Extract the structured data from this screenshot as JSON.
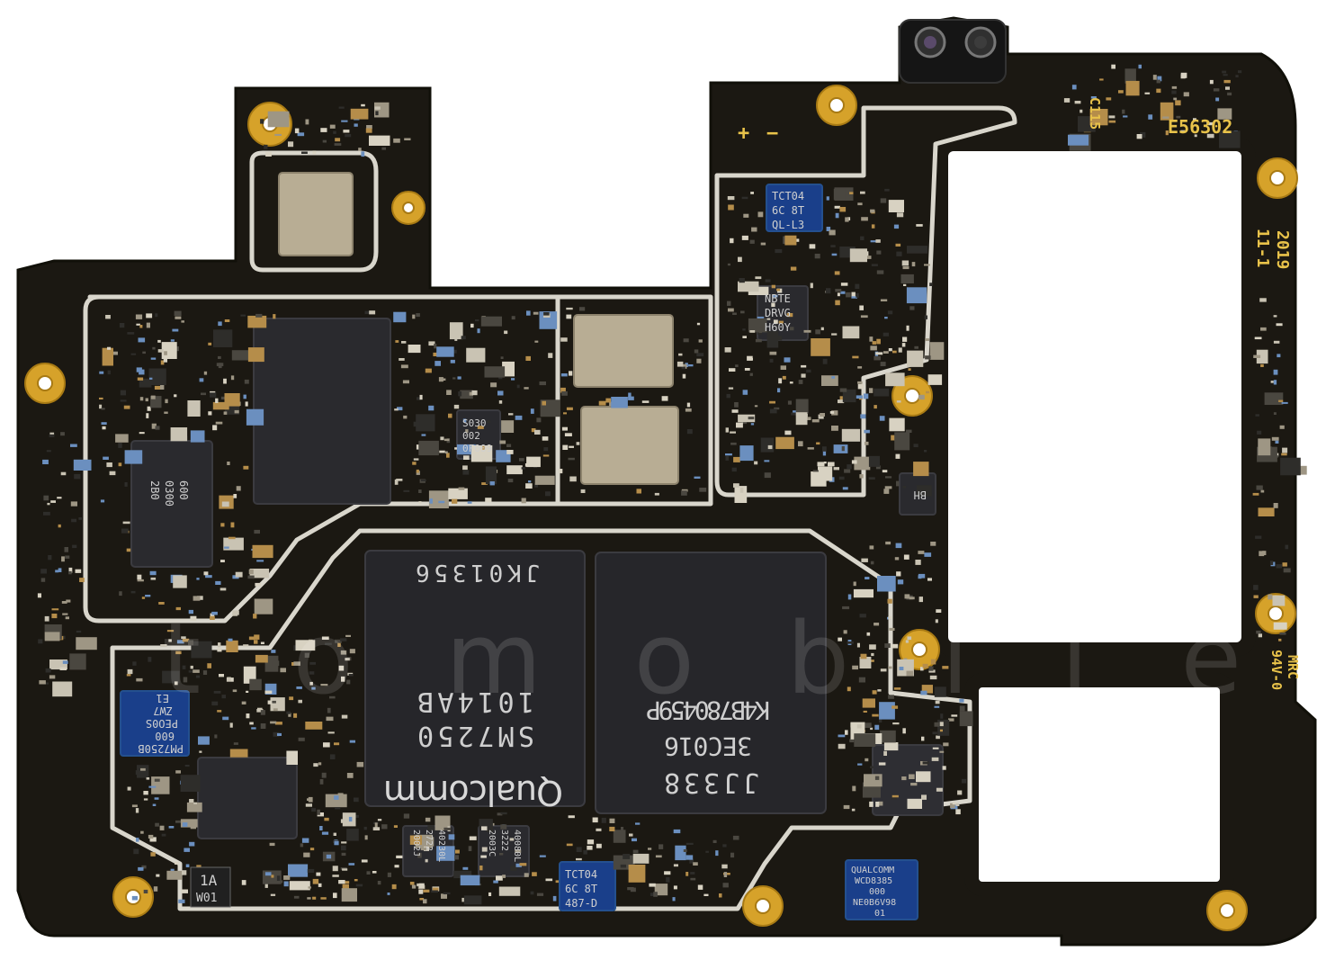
{
  "board": {
    "colors": {
      "pcb": "#1b1812",
      "pcb_edge": "#111009",
      "shield_trace": "#d9d6cc",
      "gold": "#d6a22a",
      "chip": "#26262a",
      "silk": "#e8c24a",
      "blue_chip": "#1a3f8a"
    },
    "silkscreen": {
      "plus": "+",
      "minus": "−",
      "c115": "C115",
      "code": "E56302",
      "year": "2019",
      "date": "11-1",
      "mrc": "MRC",
      "rating": "94V-0",
      "marker_1a": "1A",
      "marker_w01": "W01"
    },
    "soc": {
      "brand": "Qualcomm",
      "line1": "SM7250",
      "line2": "1014AB",
      "line3": "JK01356"
    },
    "memory": {
      "line1": "JJ338",
      "line2": "3EC016",
      "line3": "K4B780459P"
    },
    "pmic": {
      "line1": "PM7250B",
      "line2": "600",
      "line3": "PEO0S",
      "line4": "ZW7",
      "line5": "E1"
    },
    "wifi": {
      "line1": "QUALCOMM",
      "line2": "WCD8385",
      "line3": "000",
      "line4": "NE0B6V98",
      "line5": "01"
    },
    "tct_top": {
      "line1": "TCT04",
      "line2": "6C 8T",
      "line3": "QL-L3"
    },
    "tct_bottom": {
      "line1": "TCT04",
      "line2": "6C 8T",
      "line3": "487-D"
    },
    "nbte": {
      "line1": "NBTE",
      "line2": "DRVG",
      "line3": "H60Y"
    },
    "s030": {
      "line1": "S030",
      "line2": "002",
      "line3": "0F009"
    },
    "left_chip": {
      "line1": "600",
      "line2": "0300",
      "line3": "2B0"
    },
    "bh": "BH",
    "mini_chips": [
      {
        "line1": "40230L",
        "line2": "2722",
        "line3": "2002J"
      },
      {
        "line1": "40080L",
        "line2": "3222",
        "line3": "2003C"
      }
    ],
    "watermark": "t o m o b i l e"
  }
}
